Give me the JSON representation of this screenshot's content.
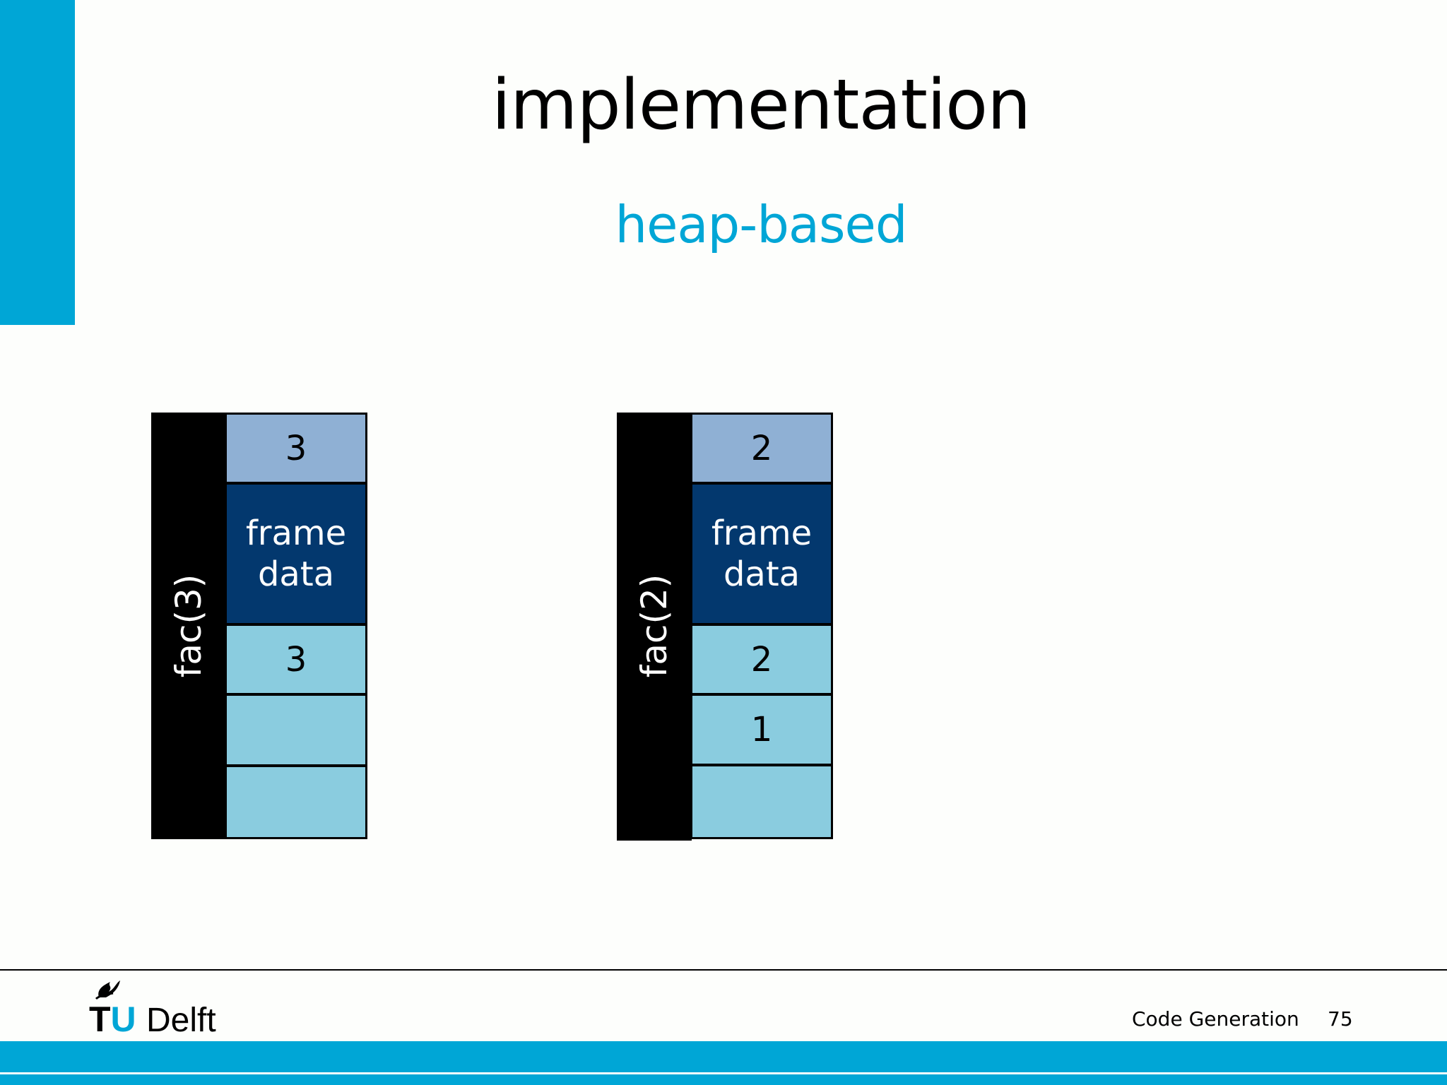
{
  "slide": {
    "title": "implementation",
    "subtitle": "heap-based",
    "accent_color": "#00a6d6"
  },
  "frames": [
    {
      "label": "fac(3)",
      "cells": [
        "3",
        "frame\ndata",
        "3",
        "",
        ""
      ]
    },
    {
      "label": "fac(2)",
      "cells": [
        "2",
        "frame\ndata",
        "2",
        "1",
        ""
      ]
    }
  ],
  "colors": {
    "return_cell": "#8fb0d4",
    "frame_data_cell": "#03386e",
    "local_cell": "#8accdf",
    "label_column": "#000000"
  },
  "footer": {
    "logo_text_tu": "TU",
    "logo_text_delft": "Delft",
    "logo_icon": "flame-icon",
    "course": "Code Generation",
    "page_number": "75"
  }
}
